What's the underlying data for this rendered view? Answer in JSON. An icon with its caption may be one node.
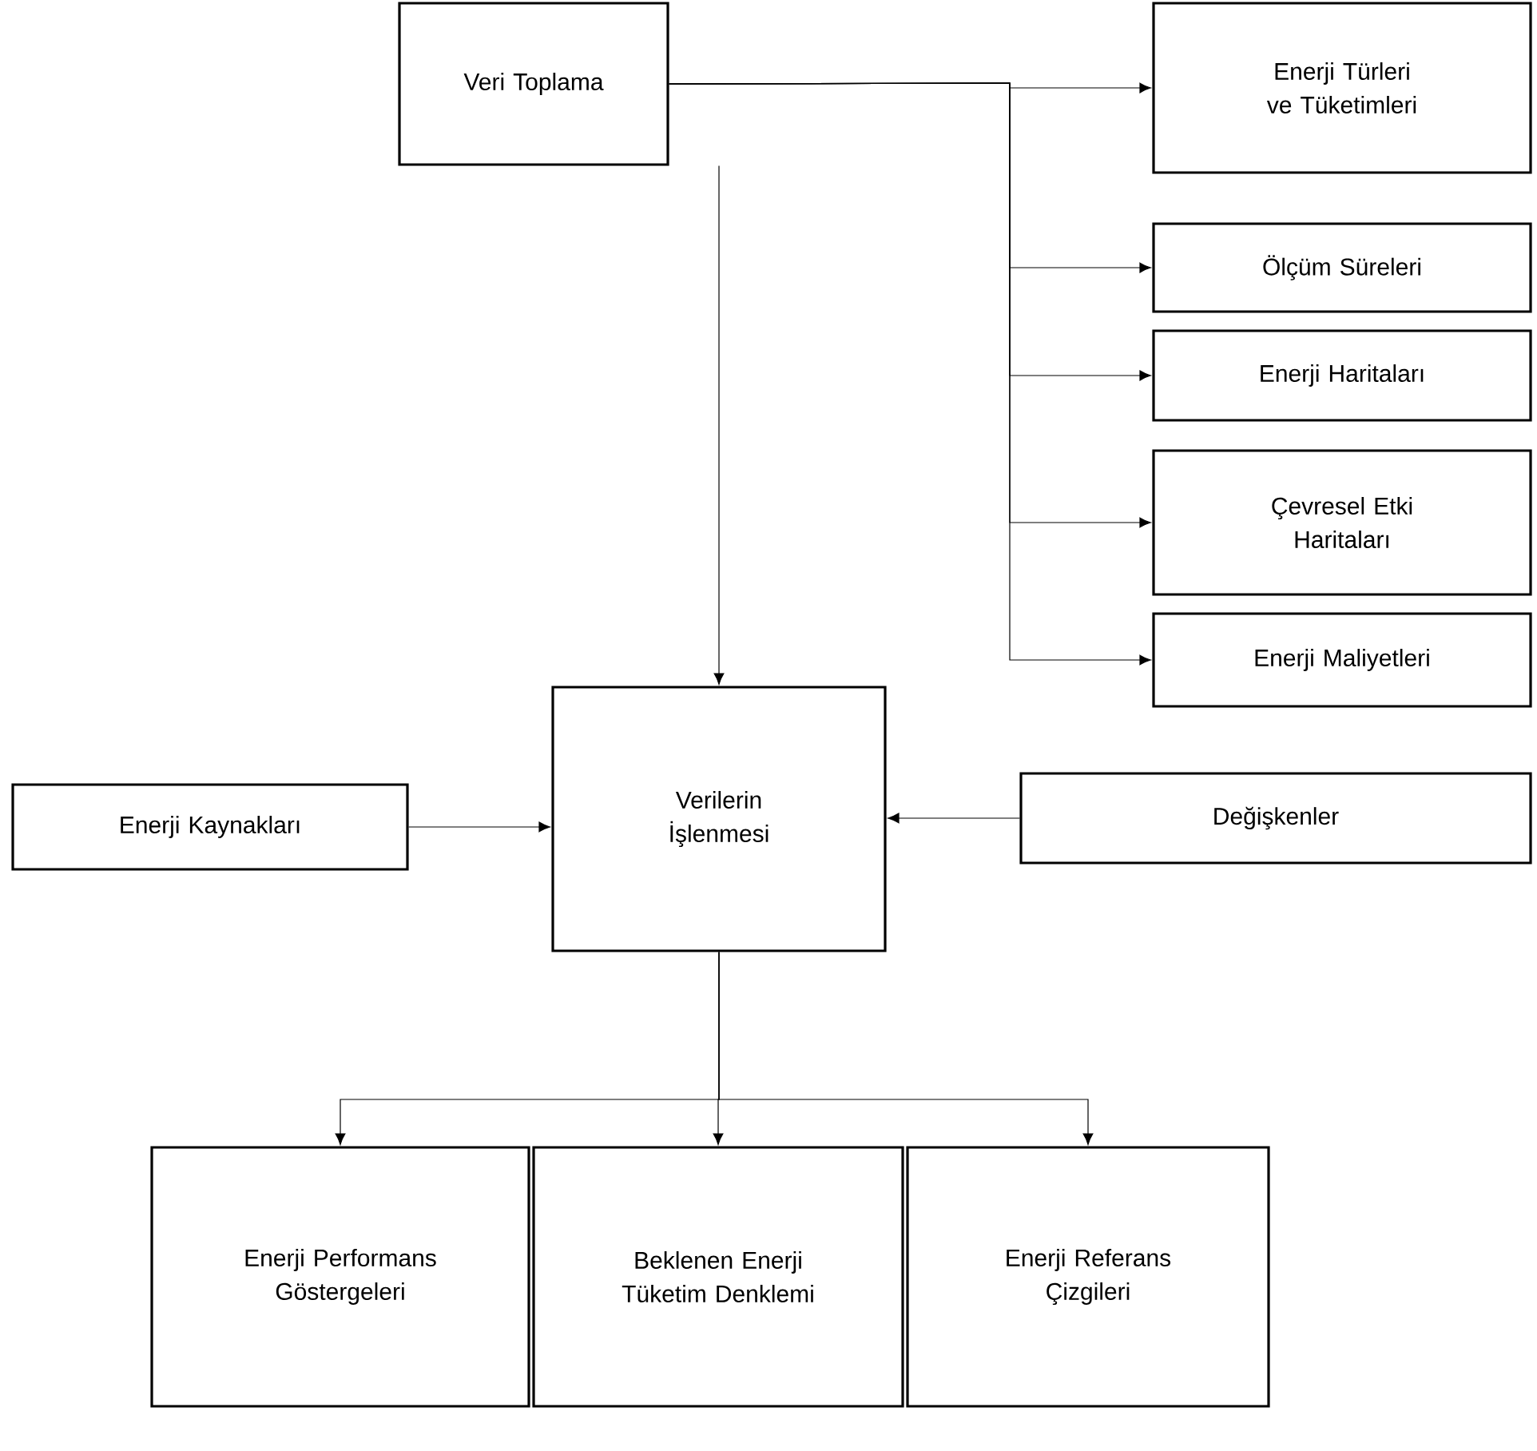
{
  "diagram": {
    "nodes": [
      {
        "text": [
          "Veri Toplama"
        ]
      },
      {
        "text": [
          "Enerji Türleri ve Tüketimleri"
        ]
      },
      {
        "text": [
          "Ölçüm Süreleri"
        ]
      },
      {
        "text": [
          "Enerji Haritaları"
        ]
      },
      {
        "text": [
          "Çevresel Etki Haritaları"
        ]
      },
      {
        "text": [
          "Enerji Maliyetleri"
        ]
      },
      {
        "text": [
          "Verilerin İşlenmesi"
        ]
      },
      {
        "text": [
          "Enerji Kaynakları"
        ]
      },
      {
        "text": [
          "Değişkenler"
        ]
      },
      {
        "text": [
          "Enerji Performans Göstergeleri"
        ]
      },
      {
        "text": [
          "Beklenen Enerji Tüketim Denklemi"
        ]
      },
      {
        "text": [
          "Enerji Referans Çizgileri"
        ]
      }
    ],
    "edges": [
      {
        "from": 0,
        "to": 1,
        "arrow": "to"
      },
      {
        "from": 0,
        "to": 2,
        "arrow": "to"
      },
      {
        "from": 0,
        "to": 3,
        "arrow": "to"
      },
      {
        "from": 0,
        "to": 4,
        "arrow": "to"
      },
      {
        "from": 0,
        "to": 5,
        "arrow": "to"
      },
      {
        "from": 0,
        "to": 6,
        "arrow": "to"
      },
      {
        "from": 7,
        "to": 6,
        "arrow": "to"
      },
      {
        "from": 8,
        "to": 6,
        "arrow": "to"
      },
      {
        "from": 6,
        "to": 9,
        "arrow": "to"
      },
      {
        "from": 6,
        "to": 10,
        "arrow": "to"
      },
      {
        "from": 6,
        "to": 11,
        "arrow": "to"
      }
    ]
  }
}
